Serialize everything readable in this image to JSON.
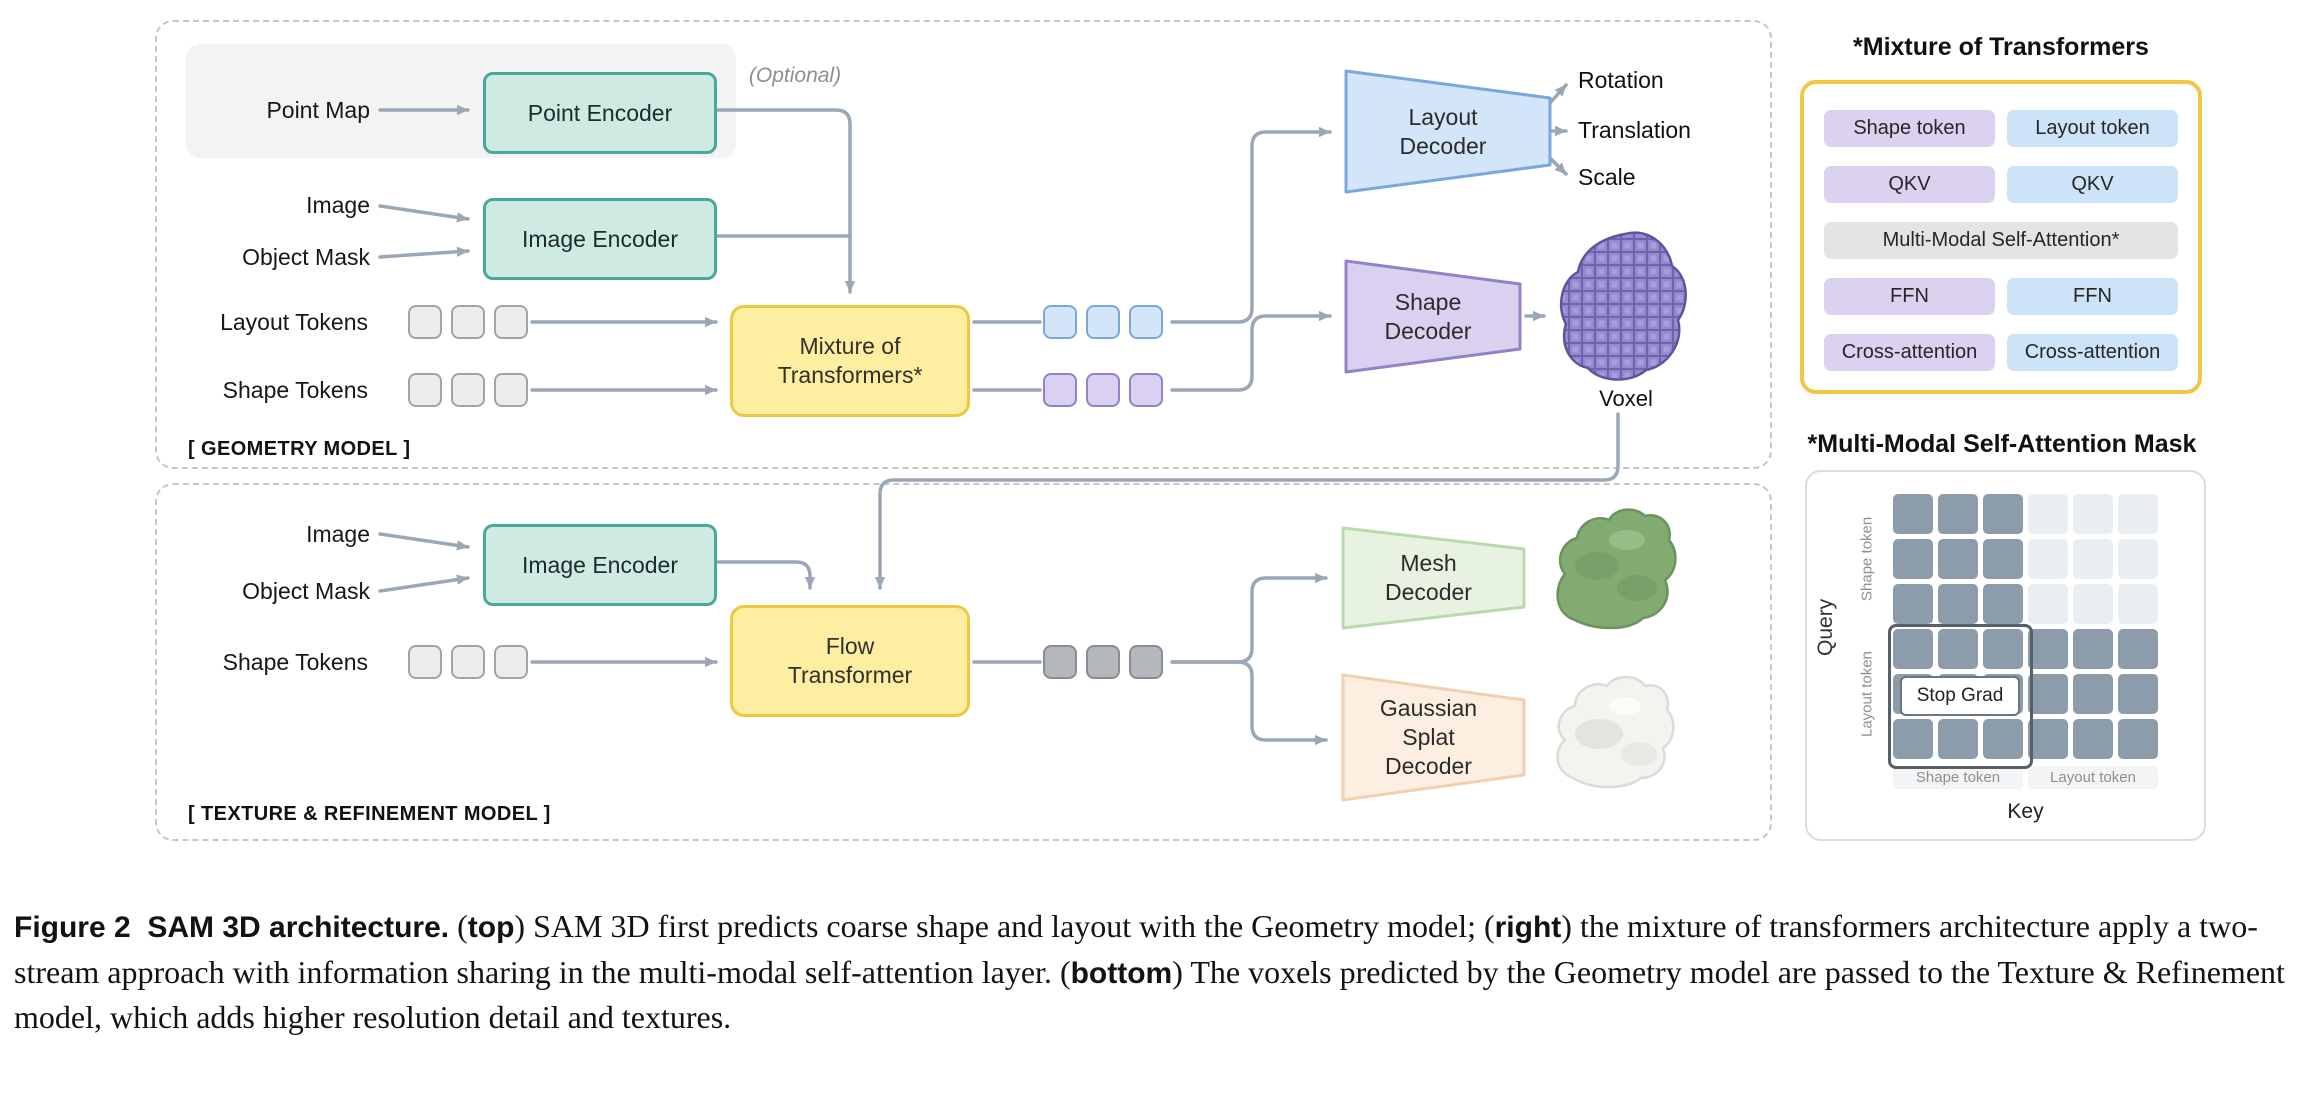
{
  "palette": {
    "teal-fill": "#cfe9e3",
    "teal-border": "#47a89c",
    "yellow-fill": "#fdeea1",
    "yellow-border": "#ecc940",
    "blue-fill": "#d2e5f9",
    "blue-border": "#7aa8dc",
    "purple-fill": "#d9d1ef",
    "purple-border": "#9283c8",
    "green-fill": "#e7f2e1",
    "green-border": "#bcd9ae",
    "orange-fill": "#fdeee2",
    "orange-border": "#f3cfae",
    "gray-token-fill": "#ececec",
    "gray-token-border": "#a3a3a3",
    "dark-token-fill": "#b4b8bc",
    "dark-token-border": "#888d92",
    "arrow": "#9aa7b6",
    "pill-purple": "#dad2ee",
    "pill-blue": "#cde4f8",
    "pill-gray": "#e4e4e4",
    "mask-dark": "#8c9cab",
    "mask-light": "#e9eef3",
    "mot-border": "#f3c644",
    "panel-dash": "#c6c6c6"
  },
  "geometry": {
    "tag": "[ GEOMETRY MODEL ]",
    "optional": "(Optional)",
    "point_map": "Point Map",
    "image": "Image",
    "object_mask": "Object Mask",
    "layout_tokens": "Layout Tokens",
    "shape_tokens": "Shape Tokens",
    "point_encoder": "Point Encoder",
    "image_encoder": "Image Encoder",
    "mot": "Mixture of Transformers*",
    "layout_decoder": "Layout Decoder",
    "shape_decoder": "Shape Decoder",
    "rotation": "Rotation",
    "translation": "Translation",
    "scale": "Scale",
    "voxel": "Voxel"
  },
  "texture": {
    "tag": "[ TEXTURE & REFINEMENT MODEL ]",
    "image": "Image",
    "object_mask": "Object Mask",
    "shape_tokens": "Shape Tokens",
    "image_encoder": "Image Encoder",
    "flow_transformer": "Flow Transformer",
    "mesh_decoder": "Mesh Decoder",
    "gaussian_decoder": "Gaussian Splat Decoder"
  },
  "mot_panel": {
    "title": "*Mixture of Transformers",
    "shape_col": [
      "Shape token",
      "QKV",
      "FFN",
      "Cross-attention"
    ],
    "layout_col": [
      "Layout token",
      "QKV",
      "FFN",
      "Cross-attention"
    ],
    "attention": "Multi-Modal Self-Attention*"
  },
  "mask_panel": {
    "title": "*Multi-Modal Self-Attention Mask",
    "query": "Query",
    "key": "Key",
    "shape_token": "Shape token",
    "layout_token": "Layout token",
    "stop_grad": "Stop Grad",
    "grid": [
      [
        1,
        1,
        1,
        0,
        0,
        0
      ],
      [
        1,
        1,
        1,
        0,
        0,
        0
      ],
      [
        1,
        1,
        1,
        0,
        0,
        0
      ],
      [
        1,
        1,
        1,
        1,
        1,
        1
      ],
      [
        1,
        1,
        1,
        1,
        1,
        1
      ],
      [
        1,
        1,
        1,
        1,
        1,
        1
      ]
    ]
  },
  "caption": {
    "lead": "Figure 2  SAM 3D architecture.",
    "t1": " (",
    "b1": "top",
    "t2": ") SAM 3D first predicts coarse shape and layout with the Geometry model; (",
    "b2": "right",
    "t3": ") the mixture of transformers architecture apply a two-stream approach with information sharing in the multi-modal self-attention layer. (",
    "b3": "bottom",
    "t4": ") The voxels predicted by the Geometry model are passed to the Texture & Refinement model, which adds higher resolution detail and textures."
  }
}
